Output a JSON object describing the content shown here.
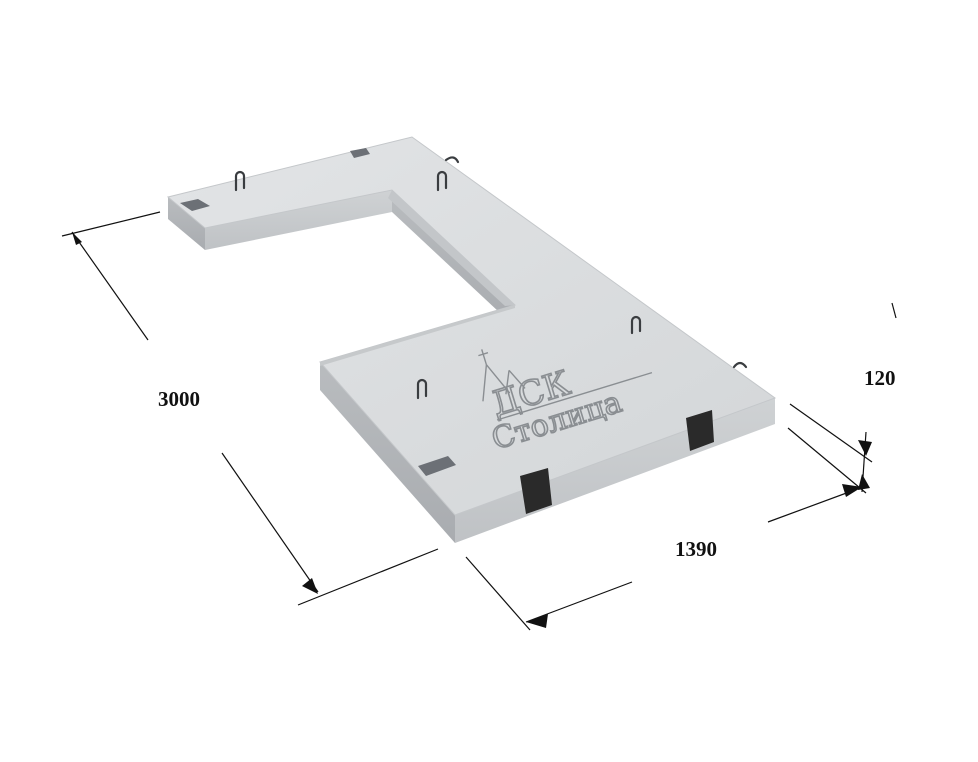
{
  "dimensions": {
    "length": "3000",
    "width": "1390",
    "thickness": "120"
  },
  "logo": {
    "line1": "ДСК",
    "line2": "Столица"
  },
  "colors": {
    "concrete_top": "#dcdee0",
    "concrete_side_light": "#c9ccce",
    "concrete_side_dark": "#b3b6b9",
    "dimension_line": "#111111",
    "strap": "#2a2a2a",
    "pad": "#6c7076"
  }
}
